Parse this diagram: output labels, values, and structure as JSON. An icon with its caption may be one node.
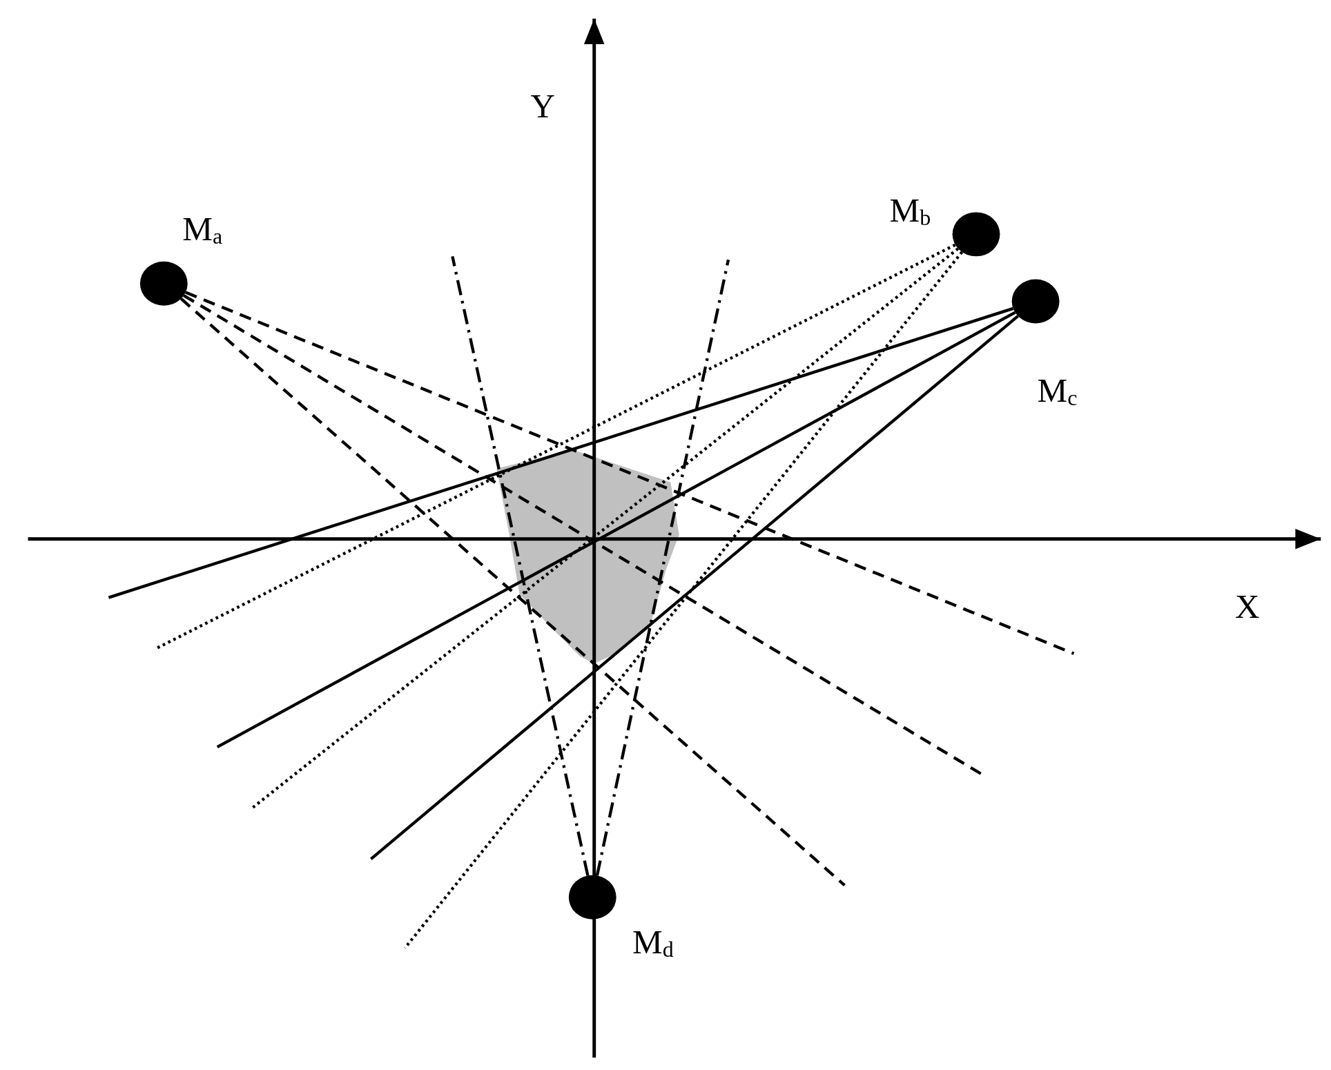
{
  "diagram": {
    "nodes": [
      {
        "text": [
          "M$_{a}$"
        ]
      },
      {
        "text": [
          "M$_{b}$"
        ]
      },
      {
        "text": [
          "M$_{c}$"
        ]
      },
      {
        "text": [
          "M$_{d}$"
        ]
      },
      {
        "text": [],
        "shape": "polygon"
      }
    ],
    "edges": [
      {
        "from": 0,
        "to": null,
        "arrow": "none",
        "style": "dashed"
      },
      {
        "from": 0,
        "to": null,
        "arrow": "none",
        "style": "dashed"
      },
      {
        "from": 0,
        "to": null,
        "arrow": "none",
        "style": "dashed"
      },
      {
        "from": 1,
        "to": null,
        "arrow": "none",
        "style": "dashed"
      },
      {
        "from": 1,
        "to": null,
        "arrow": "none",
        "style": "dashed"
      },
      {
        "from": 1,
        "to": null,
        "arrow": "none",
        "style": "dashed"
      },
      {
        "from": 2,
        "to": null,
        "arrow": "none"
      },
      {
        "from": 2,
        "to": null,
        "arrow": "none"
      },
      {
        "from": 2,
        "to": null,
        "arrow": "none"
      },
      {
        "from": 3,
        "to": null,
        "arrow": "none",
        "style": "dashed"
      },
      {
        "from": 3,
        "to": null,
        "arrow": "none",
        "style": "dashed"
      }
    ],
    "labels": [
      "Y",
      "X"
    ]
  }
}
